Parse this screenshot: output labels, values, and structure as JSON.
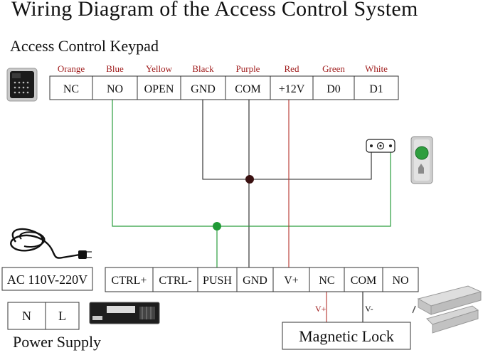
{
  "title": "Wiring Diagram of the Access Control System",
  "keypad": {
    "heading": "Access Control Keypad",
    "terminals": [
      {
        "label": "NC",
        "wire": "Orange"
      },
      {
        "label": "NO",
        "wire": "Blue"
      },
      {
        "label": "OPEN",
        "wire": "Yellow"
      },
      {
        "label": "GND",
        "wire": "Black"
      },
      {
        "label": "COM",
        "wire": "Purple"
      },
      {
        "label": "+12V",
        "wire": "Red"
      },
      {
        "label": "D0",
        "wire": "Green"
      },
      {
        "label": "D1",
        "wire": "White"
      }
    ]
  },
  "power_supply": {
    "label": "Power Supply",
    "input_label": "AC 110V-220V",
    "terminals": [
      "N",
      "L"
    ],
    "outputs": [
      "CTRL+",
      "CTRL-",
      "PUSH",
      "GND",
      "V+",
      "NC",
      "COM",
      "NO"
    ]
  },
  "lock": {
    "label": "Magnetic Lock",
    "wire_labels": [
      "V+",
      "V-"
    ]
  },
  "colors": {
    "wire_red": "#b5312c",
    "wire_green": "#2a9d3c",
    "wire_black": "#222222",
    "color_label": "#a01c1c"
  }
}
